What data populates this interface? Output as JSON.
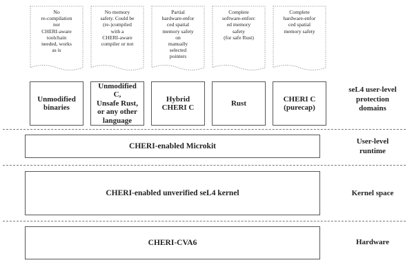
{
  "notes": [
    "No\nre-compilation\nnor\nCHERI-aware\ntoolchain\nneeded, works\nas is",
    "No memory\nsafety. Could be\n(re-)compiled\nwith a\nCHERI-aware\ncompiler or not",
    "Partial\nhardware-enfor\nced spatial\nmemory safety\non\nmanually\nselected\npointers",
    "Complete\nsoftware-enforc\ned memory\nsafety\n(for safe Rust)",
    "Complete\nhardware-enfor\nced spatial\nmemory safety"
  ],
  "domains": [
    "Unmodified\nbinaries",
    "Unmodified\nC,\nUnsafe Rust,\nor any other\nlanguage",
    "Hybrid\nCHERI C",
    "Rust",
    "CHERI C\n(purecap)"
  ],
  "layers": {
    "runtime": "CHERI-enabled Microkit",
    "kernel": "CHERI-enabled unverified seL4 kernel",
    "hardware": "CHERI-CVA6"
  },
  "side_labels": {
    "user_domains": "seL4 user-level\nprotection\ndomains",
    "runtime": "User-level\nruntime",
    "kernel": "Kernel space",
    "hardware": "Hardware"
  }
}
